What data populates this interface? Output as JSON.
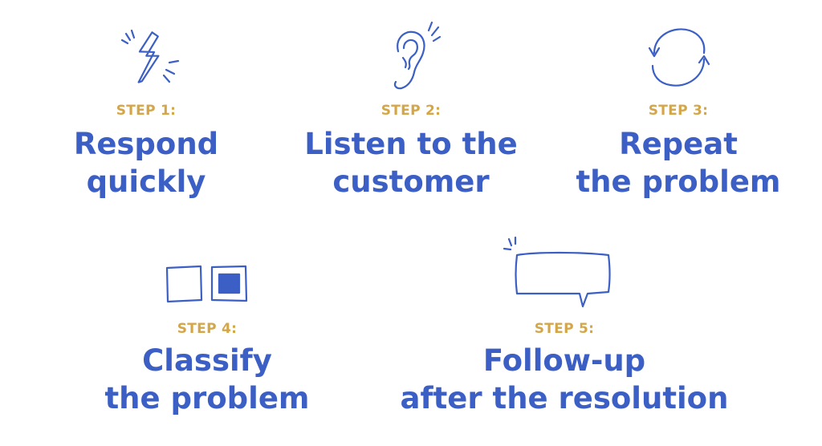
{
  "colors": {
    "label": "#d4a64a",
    "title": "#3b5fc4",
    "icon": "#3b5fc4",
    "background": "#ffffff"
  },
  "steps": [
    {
      "label": "STEP 1:",
      "title_line1": "Respond",
      "title_line2": "quickly",
      "icon": "lightning-icon"
    },
    {
      "label": "STEP 2:",
      "title_line1": "Listen to the",
      "title_line2": "customer",
      "icon": "ear-icon"
    },
    {
      "label": "STEP 3:",
      "title_line1": "Repeat",
      "title_line2": "the problem",
      "icon": "cycle-arrows-icon"
    },
    {
      "label": "STEP 4:",
      "title_line1": "Classify",
      "title_line2": "the problem",
      "icon": "checkbox-squares-icon"
    },
    {
      "label": "STEP 5:",
      "title_line1": "Follow-up",
      "title_line2": "after the resolution",
      "icon": "speech-bubble-icon"
    }
  ]
}
